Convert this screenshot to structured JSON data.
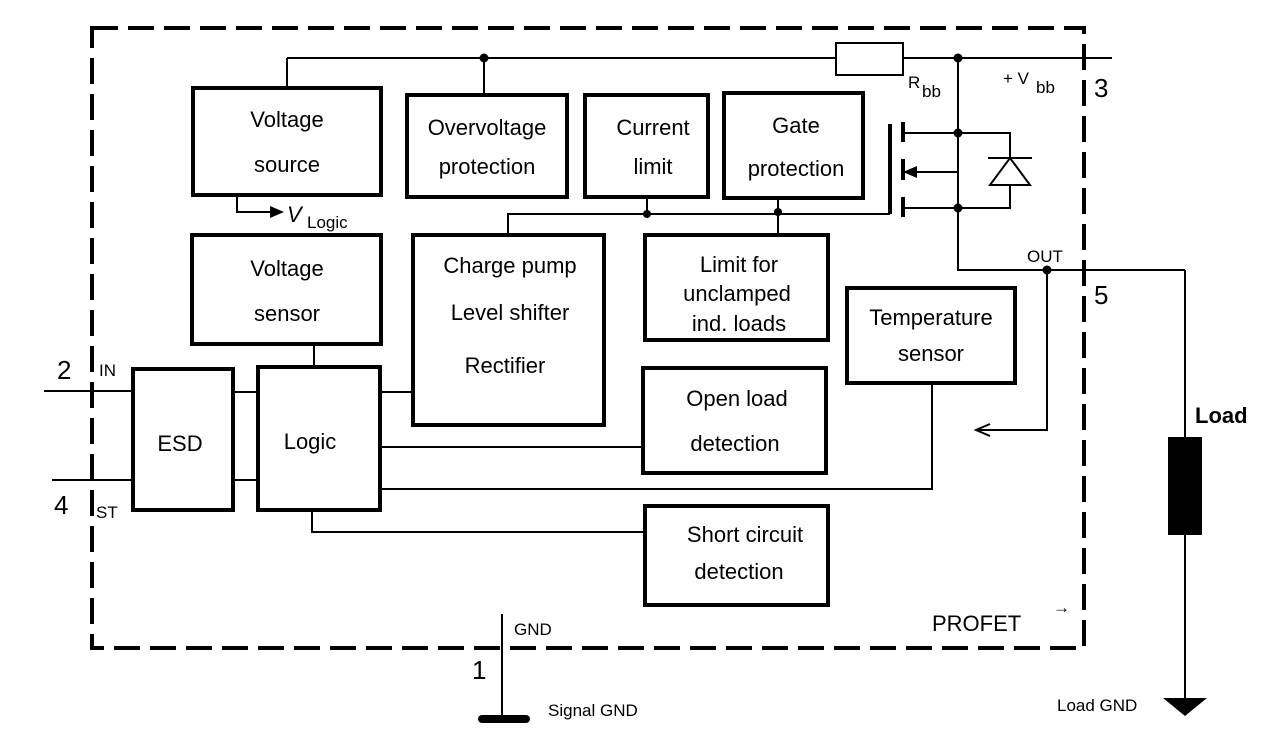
{
  "blocks": {
    "voltage_source": [
      "Voltage",
      "source"
    ],
    "overvoltage": [
      "Overvoltage",
      "protection"
    ],
    "current_limit": [
      "Current",
      "limit"
    ],
    "gate_protection": [
      "Gate",
      "protection"
    ],
    "voltage_sensor": [
      "Voltage",
      "sensor"
    ],
    "charge_pump": [
      "Charge pump",
      "Level shifter",
      "Rectifier"
    ],
    "limit_unclamped": [
      "Limit for",
      "unclamped",
      "ind. loads"
    ],
    "temperature_sensor": [
      "Temperature",
      "sensor"
    ],
    "esd": [
      "ESD"
    ],
    "logic": [
      "Logic"
    ],
    "open_load": [
      "Open load",
      "detection"
    ],
    "short_circuit": [
      "Short circuit",
      "detection"
    ]
  },
  "labels": {
    "vlogic_main": "V",
    "vlogic_sub": "Logic",
    "rbb_main": "R",
    "rbb_sub": "bb",
    "vbb_main": "+ V",
    "vbb_sub": "bb",
    "out": "OUT",
    "in": "IN",
    "st": "ST",
    "gnd": "GND",
    "signal_gnd": "Signal GND",
    "load": "Load",
    "load_gnd": "Load GND",
    "profet": "PROFET",
    "profet_mark": "→"
  },
  "pins": {
    "p1": "1",
    "p2": "2",
    "p3": "3",
    "p4": "4",
    "p5": "5"
  }
}
